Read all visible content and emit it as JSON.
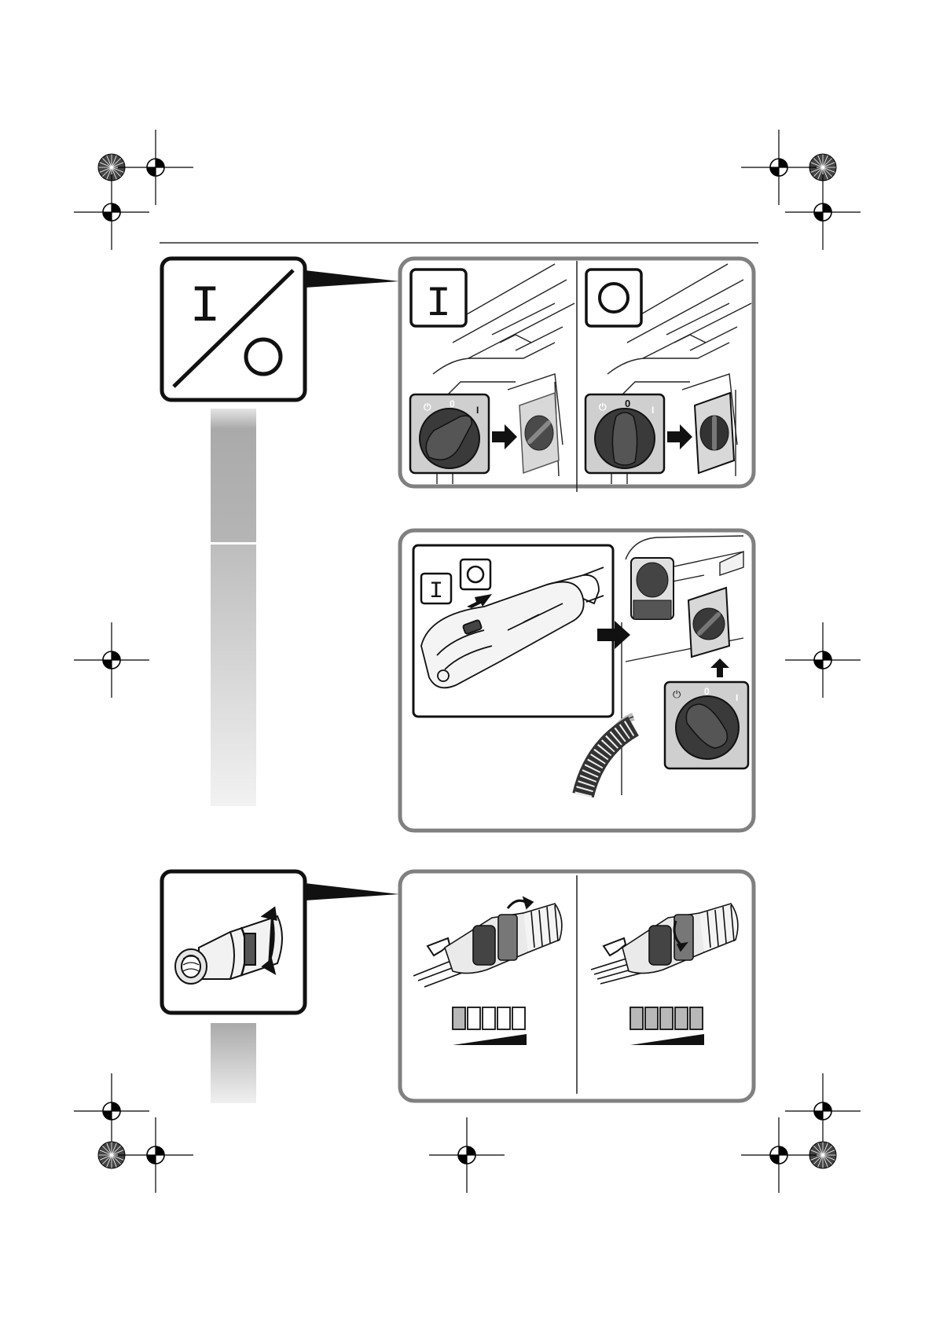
{
  "page": {
    "type": "operating-manual-illustration-page"
  },
  "section_on_off": {
    "icon_symbol_on": "I",
    "icon_symbol_off": "O",
    "panel_left_symbol": "I",
    "panel_right_symbol": "O",
    "switch_positions": [
      "0",
      "I"
    ],
    "arrow_icon": "arrow-right-icon",
    "side_bar_color": "#b0b0b0"
  },
  "section_power_tool": {
    "tool_symbol_on": "I",
    "tool_symbol_off": "O",
    "switch_positions": [
      "0",
      "I"
    ],
    "arrows": [
      "arrow-right-icon",
      "arrow-up-icon"
    ],
    "side_bar_color": "#bdbdbd"
  },
  "section_suction": {
    "icon_name": "hose-coupling-rotate-icon",
    "left_level_filled": 1,
    "right_level_filled": 5,
    "level_segments": 5,
    "side_bar_color": "#b5b5b5"
  },
  "colors": {
    "panel_border": "#808080",
    "icon_border": "#111111",
    "dark_knob": "#3a3a3a",
    "segment_fill": "#b8b8b8"
  }
}
